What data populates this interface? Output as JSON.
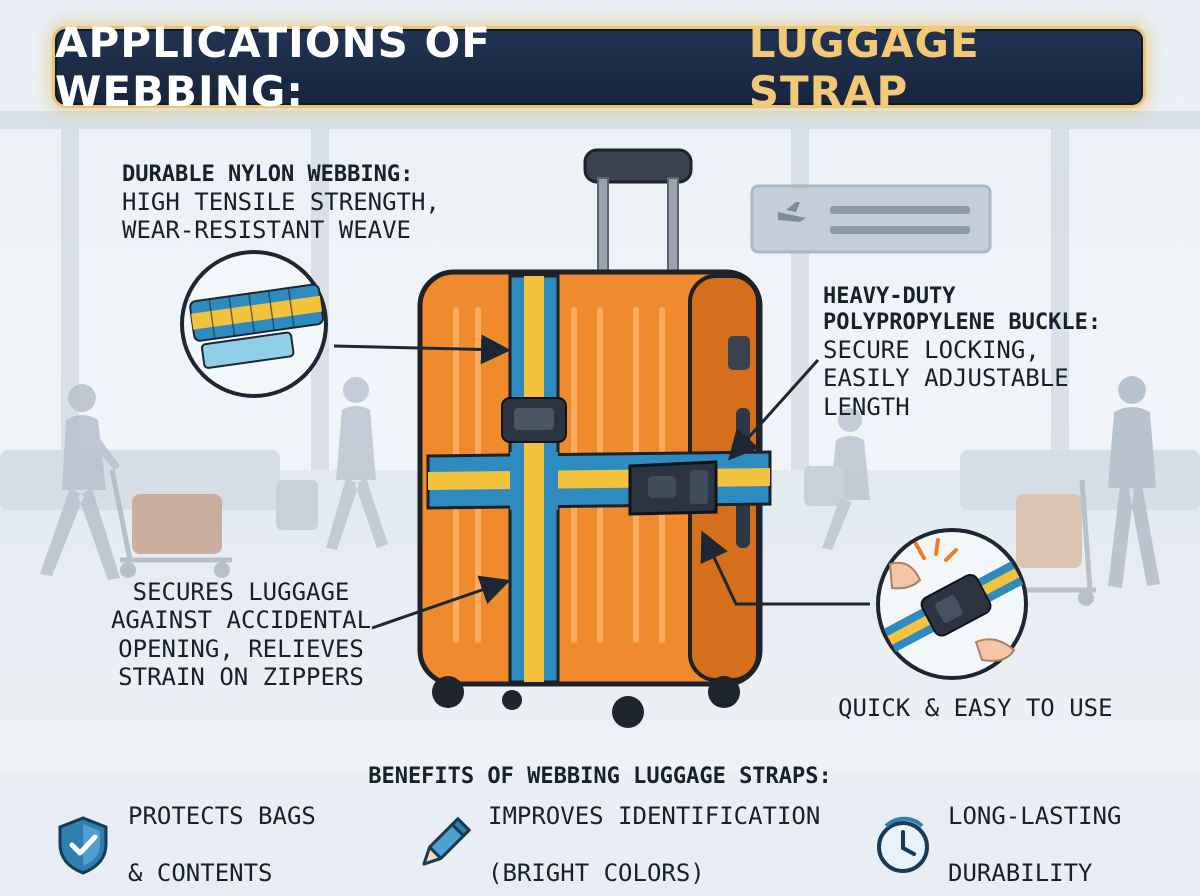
{
  "title": {
    "main": "APPLICATIONS OF WEBBING:",
    "accent": "LUGGAGE STRAP"
  },
  "callouts": {
    "nylon": {
      "head": "DURABLE NYLON WEBBING:",
      "line1": "HIGH TENSILE STRENGTH,",
      "line2": "WEAR-RESISTANT WEAVE"
    },
    "buckle": {
      "head1": "HEAVY-DUTY",
      "head2": "POLYPROPYLENE BUCKLE:",
      "line1": "SECURE LOCKING,",
      "line2": "EASILY ADJUSTABLE",
      "line3": "LENGTH"
    },
    "secures": {
      "line1": "SECURES LUGGAGE",
      "line2": "AGAINST ACCIDENTAL",
      "line3": "OPENING, RELIEVES",
      "line4": "STRAIN ON ZIPPERS"
    },
    "quick": "QUICK & EASY TO USE"
  },
  "benefits": {
    "heading": "BENEFITS OF WEBBING LUGGAGE STRAPS:",
    "items": [
      {
        "icon": "shield-check-icon",
        "line1": "PROTECTS BAGS",
        "line2": "& CONTENTS"
      },
      {
        "icon": "pencil-icon",
        "line1": "IMPROVES IDENTIFICATION",
        "line2": "(BRIGHT COLORS)"
      },
      {
        "icon": "clock-icon",
        "line1": "LONG-LASTING",
        "line2": "DURABILITY"
      }
    ]
  },
  "colors": {
    "banner": "#1b2b46",
    "banner_border": "#e7c57a",
    "accent_text": "#f2c977",
    "suitcase": "#f08a2c",
    "strap_blue": "#2e8bc0",
    "strap_yellow": "#f3c33d",
    "buckle": "#2b3440"
  }
}
